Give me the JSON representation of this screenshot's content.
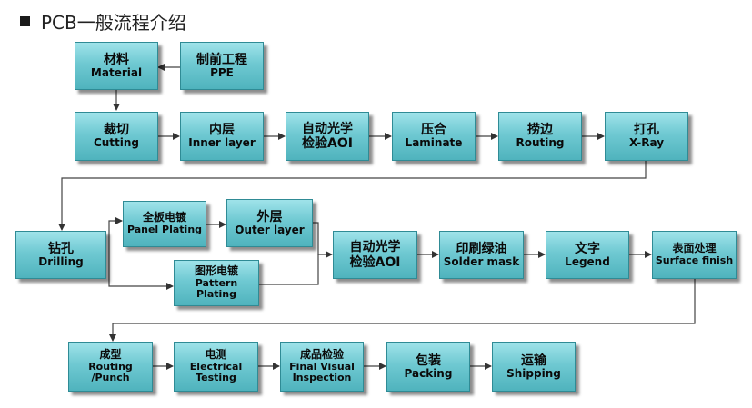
{
  "title": "PCB一般流程介绍",
  "boxes": {
    "material": {
      "zh": "材料",
      "en": "Material"
    },
    "ppe": {
      "zh": "制前工程",
      "en": "PPE"
    },
    "cutting": {
      "zh": "裁切",
      "en": "Cutting"
    },
    "inner_layer": {
      "zh": "内层",
      "en": "Inner layer"
    },
    "aoi_1": {
      "zh": "自动光学",
      "en": "检验AOI"
    },
    "laminate": {
      "zh": "压合",
      "en": "Laminate"
    },
    "routing": {
      "zh": "捞边",
      "en": "Routing"
    },
    "xray": {
      "zh": "打孔",
      "en": "X-Ray"
    },
    "drilling": {
      "zh": "钻孔",
      "en": "Drilling"
    },
    "panel_plating": {
      "zh": "全板电镀",
      "en": "Panel Plating"
    },
    "outer_layer": {
      "zh": "外层",
      "en": "Outer layer"
    },
    "pattern_plating": {
      "zh": "图形电镀",
      "en": "Pattern  Plating"
    },
    "aoi_2": {
      "zh": "自动光学",
      "en": "检验AOI"
    },
    "solder_mask": {
      "zh": "印刷绿油",
      "en": "Solder mask"
    },
    "legend": {
      "zh": "文字",
      "en": "Legend"
    },
    "surface_finish": {
      "zh": "表面处理",
      "en": "Surface finish"
    },
    "forming": {
      "zh": "成型",
      "en": "Routing",
      "en2": "/Punch"
    },
    "electrical": {
      "zh": "电测",
      "en": "Electrical",
      "en2": "Testing"
    },
    "fvi": {
      "zh": "成品检验",
      "en": "Final Visual",
      "en2": "Inspection"
    },
    "packing": {
      "zh": "包装",
      "en": "Packing"
    },
    "shipping": {
      "zh": "运输",
      "en": "Shipping"
    }
  }
}
